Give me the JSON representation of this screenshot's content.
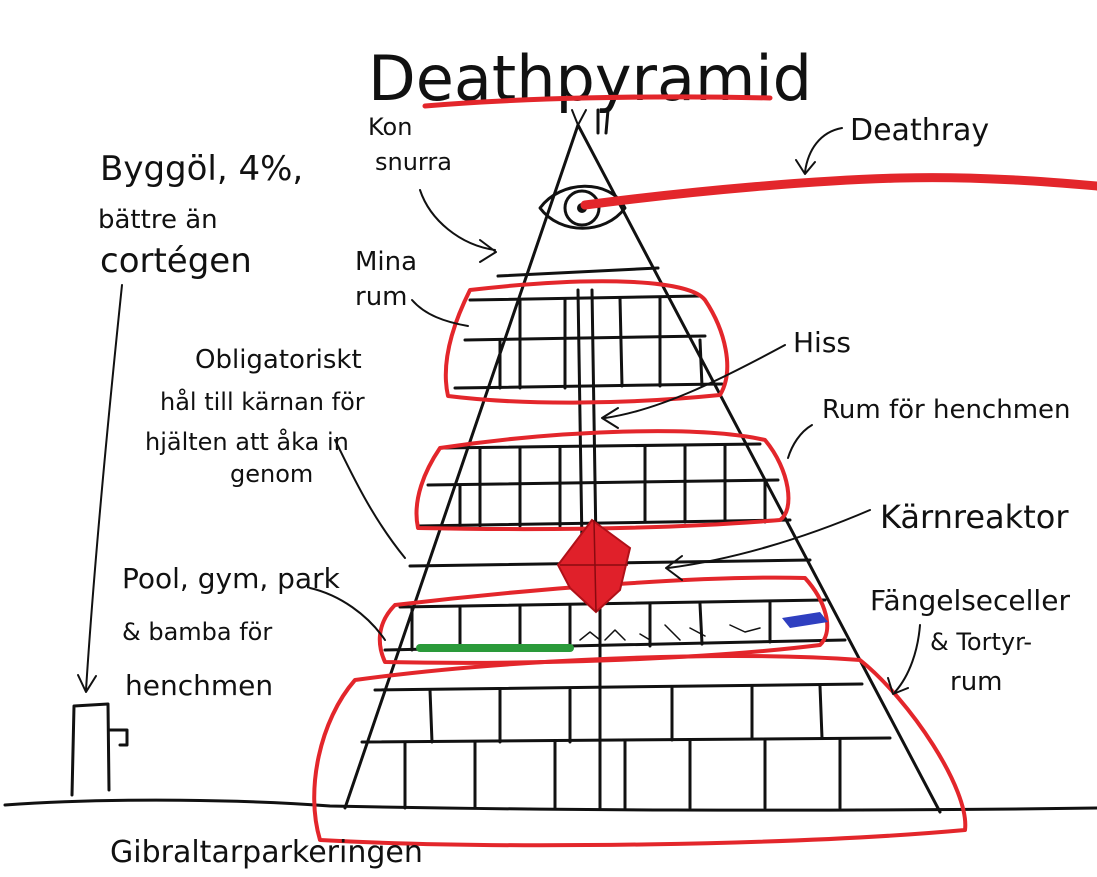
{
  "title": "Deathpyramid",
  "labels": {
    "kon": "Kon",
    "snurra": "snurra",
    "deathray": "Deathray",
    "bygg_1": "Byggöl, 4%,",
    "bygg_2": "bättre än",
    "bygg_3": "cortégen",
    "mina_1": "Mina",
    "mina_2": "rum",
    "oblig_1": "Obligatoriskt",
    "oblig_2": "hål till kärnan för",
    "oblig_3": "hjälten att åka in",
    "oblig_4": "genom",
    "hiss": "Hiss",
    "rum_henchmen": "Rum för henchmen",
    "karnreaktor": "Kärnreaktor",
    "pool_1": "Pool, gym, park",
    "pool_2": "& bamba för",
    "pool_3": "henchmen",
    "fange_1": "Fängelseceller",
    "fange_2": "& Tortyr-",
    "fange_3": "rum",
    "gibraltar": "Gibraltarparkeringen"
  },
  "colors": {
    "ink": "#111111",
    "highlight": "#e3262b",
    "reactor": "#e0202a",
    "pool_green": "#2a9a3a",
    "cell_blue": "#2f3fc0"
  }
}
